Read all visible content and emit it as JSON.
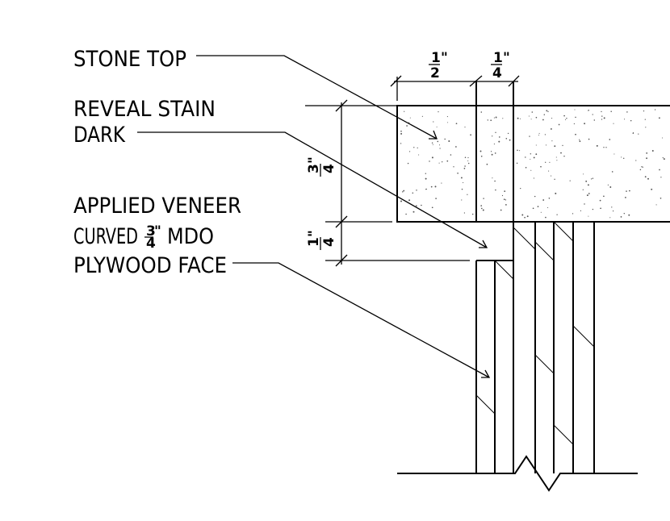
{
  "labels": {
    "stone_top": "STONE TOP",
    "reveal_line1": "REVEAL STAIN",
    "reveal_line2": "DARK",
    "veneer_line1": "APPLIED VENEER",
    "veneer_line2_a": "CURVED",
    "veneer_line2_b": "MDO",
    "veneer_line3": "PLYWOOD FACE"
  },
  "dimensions": {
    "top_left_num": "1",
    "top_left_den": "2",
    "top_right_num": "1",
    "top_right_den": "4",
    "side_upper_num": "3",
    "side_upper_den": "4",
    "side_lower_num": "1",
    "side_lower_den": "4",
    "veneer_num": "3",
    "veneer_den": "4",
    "inch_mark": "\""
  }
}
